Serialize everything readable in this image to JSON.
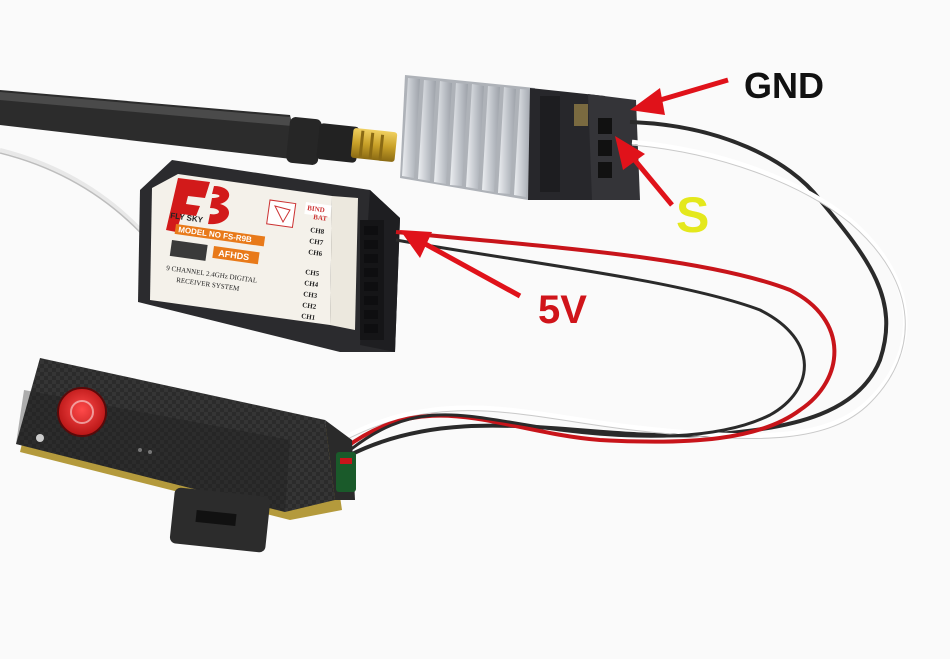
{
  "callouts": {
    "gnd": "GND",
    "signal": "S",
    "power": "5V"
  },
  "receiver": {
    "brand": "FLY SKY",
    "model": "MODEL NO FS-R9B",
    "protocol": "AFHDS",
    "desc_line1": "9 CHANNEL 2.4GHz DIGITAL",
    "desc_line2": "RECEIVER SYSTEM",
    "bind_label": "BIND",
    "bat_label": "BAT",
    "channels": [
      "CH8",
      "CH7",
      "CH6",
      "CH5",
      "CH4",
      "CH3",
      "CH2",
      "CH1"
    ]
  },
  "colors": {
    "background": "#fafafa",
    "gnd_text": "#111111",
    "signal_text": "#e4e81c",
    "power_text": "#d0141a",
    "arrow": "#e0121a",
    "wire_red": "#c8141a",
    "wire_black": "#2a2a2a",
    "wire_white": "#ffffff",
    "antenna": "#2c2c2c",
    "sma_gold": "#c8a028",
    "heatsink": "#c9ccd1",
    "receiver_case": "#2b2b2e",
    "label_orange": "#e87a1a",
    "camera_body": "#2a2a2a",
    "camera_trim": "#b49a3c",
    "camera_button": "#d21a1a"
  },
  "icons": {
    "brand_logo": "flysky-fs-logo-icon",
    "record_button": "record-button-icon"
  }
}
